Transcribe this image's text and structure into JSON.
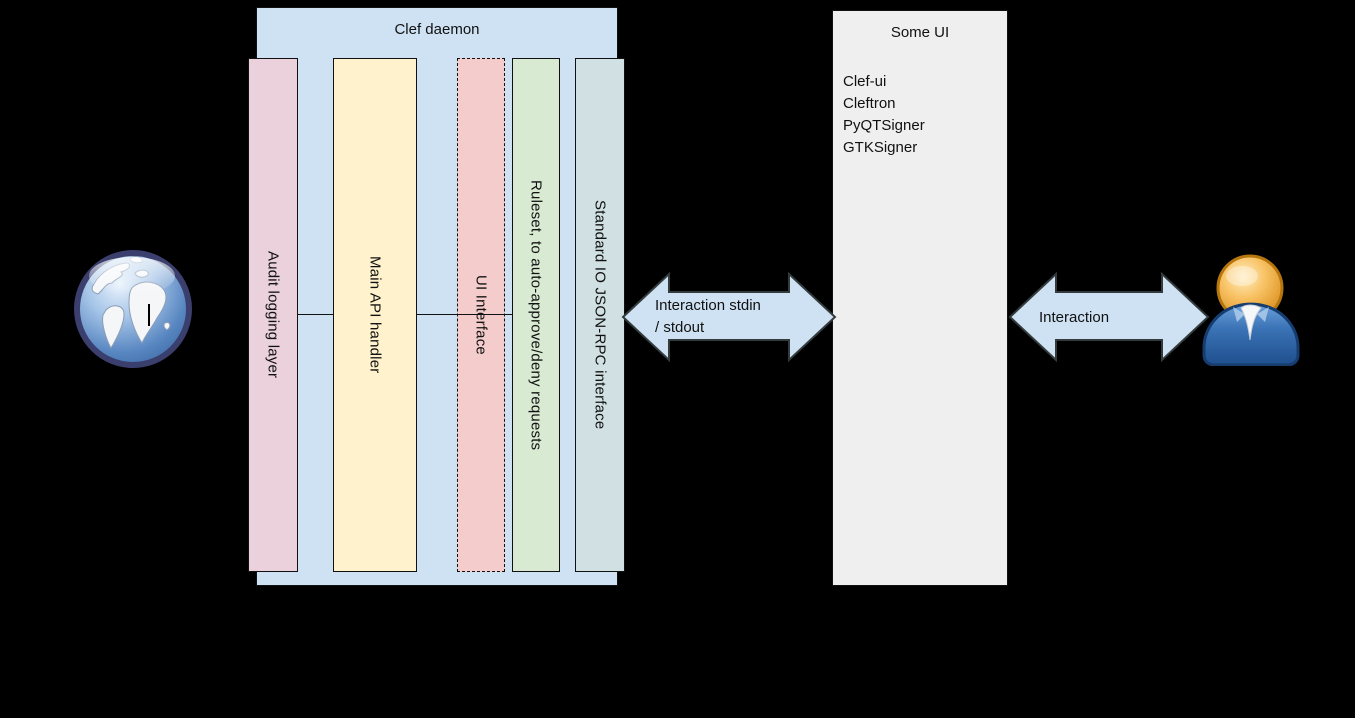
{
  "diagram": {
    "background_color": "#000000",
    "clef_box": {
      "title": "Clef daemon",
      "fill": "#cfe2f3",
      "bars": [
        {
          "label": "Audit logging layer",
          "fill": "#ead1dc",
          "border_style": "solid"
        },
        {
          "label": "Main API handler",
          "fill": "#fff2cc",
          "border_style": "solid"
        },
        {
          "label": "UI Interface",
          "fill": "#f4cccc",
          "border_style": "dashed"
        },
        {
          "label": "Ruleset, to auto-approve/deny requests",
          "fill": "#d9ead3",
          "border_style": "solid"
        },
        {
          "label": "Standard IO JSON-RPC interface",
          "fill": "#d0e0e3",
          "border_style": "solid"
        }
      ]
    },
    "arrows": [
      {
        "label_lines": [
          "Interaction stdin",
          "/ stdout"
        ],
        "fill": "#cfe2f3",
        "direction": "double-headed"
      },
      {
        "label_lines": [
          "Interaction"
        ],
        "fill": "#cfe2f3",
        "direction": "double-headed"
      }
    ],
    "some_ui_box": {
      "title": "Some UI",
      "fill": "#efefef",
      "items": [
        "Clef-ui",
        "Cleftron",
        "PyQTSigner",
        "GTKSigner"
      ]
    },
    "icons": {
      "left": "globe-icon",
      "right": "user-icon"
    }
  }
}
